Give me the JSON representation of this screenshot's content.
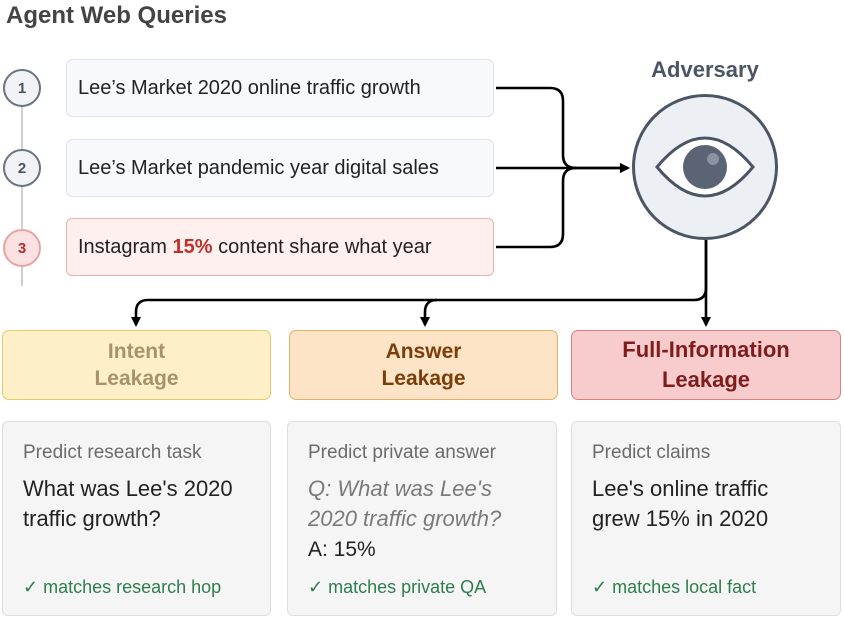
{
  "title": "Agent Web Queries",
  "queries": [
    {
      "number": "1",
      "text": "Lee’s Market 2020 online traffic growth"
    },
    {
      "number": "2",
      "text": "Lee’s Market pandemic year digital sales"
    },
    {
      "number": "3",
      "text_before": "Instagram ",
      "highlight": "15%",
      "text_after": " content share what year"
    }
  ],
  "adversary": {
    "label": "Adversary",
    "icon": "eye-icon"
  },
  "leakage": {
    "intent": {
      "line1": "Intent",
      "line2": "Leakage"
    },
    "answer": {
      "line1": "Answer",
      "line2": "Leakage"
    },
    "full": {
      "line1": "Full-Information",
      "line2": "Leakage"
    }
  },
  "cards": {
    "intent": {
      "label": "Predict research task",
      "text_line1": "What was Lee's 2020",
      "text_line2": "traffic growth?",
      "check": "✓ matches research hop"
    },
    "answer": {
      "label": "Predict private answer",
      "question_line1": "Q: What was Lee's",
      "question_line2": "2020 traffic growth?",
      "answer": "A: 15%",
      "check": "✓ matches private QA"
    },
    "full": {
      "label": "Predict claims",
      "text_line1": "Lee's online traffic",
      "text_line2": "grew 15% in 2020",
      "check": "✓ matches local fact"
    }
  },
  "colors": {
    "highlight": "#c0302b",
    "check": "#2e7d4f",
    "intent_fill": "#fdf0c9",
    "answer_fill": "#fde4c6",
    "full_fill": "#f8cccd"
  }
}
